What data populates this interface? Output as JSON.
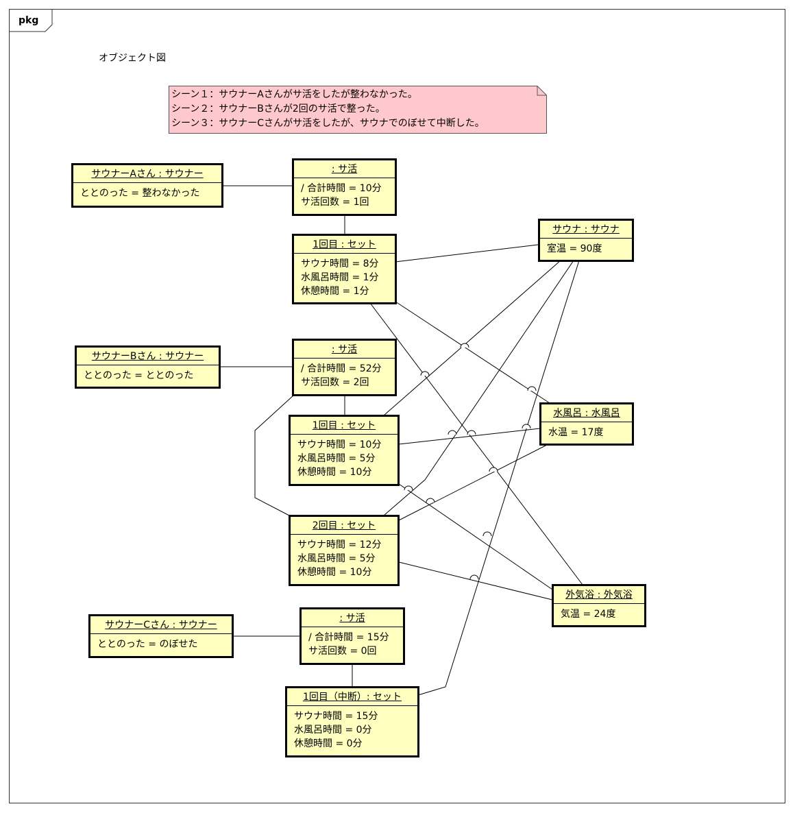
{
  "package": {
    "label": "pkg"
  },
  "diagram_title": "オブジェクト図",
  "note": {
    "lines": [
      "シーン１：サウナーAさんがサ活をしたが整わなかった。",
      "シーン２：サウナーBさんが2回のサ活で整った。",
      "シーン３：サウナーCさんがサ活をしたが、サウナでのぼせて中断した。"
    ]
  },
  "objects": {
    "saunaA": {
      "title": "サウナーAさん : サウナー",
      "attrs": [
        "ととのった = 整わなかった"
      ]
    },
    "katsuA": {
      "title": ": サ活",
      "attrs": [
        "/ 合計時間 = 10分",
        "サ活回数 = 1回"
      ]
    },
    "setA1": {
      "title": "1回目 : セット",
      "attrs": [
        "サウナ時間 = 8分",
        "水風呂時間 = 1分",
        "休憩時間 = 1分"
      ]
    },
    "saunaB": {
      "title": "サウナーBさん : サウナー",
      "attrs": [
        "ととのった = ととのった"
      ]
    },
    "katsuB": {
      "title": ": サ活",
      "attrs": [
        "/ 合計時間 = 52分",
        "サ活回数 = 2回"
      ]
    },
    "setB1": {
      "title": "1回目 : セット",
      "attrs": [
        "サウナ時間 = 10分",
        "水風呂時間 = 5分",
        "休憩時間 = 10分"
      ]
    },
    "setB2": {
      "title": "2回目 : セット",
      "attrs": [
        "サウナ時間 = 12分",
        "水風呂時間 = 5分",
        "休憩時間 = 10分"
      ]
    },
    "saunaC": {
      "title": "サウナーCさん : サウナー",
      "attrs": [
        "ととのった = のぼせた"
      ]
    },
    "katsuC": {
      "title": ": サ活",
      "attrs": [
        "/ 合計時間 = 15分",
        "サ活回数 = 0回"
      ]
    },
    "setC1": {
      "title": "1回目（中断）: セット",
      "attrs": [
        "サウナ時間 = 15分",
        "水風呂時間 = 0分",
        "休憩時間 = 0分"
      ]
    },
    "sauna": {
      "title": "サウナ : サウナ",
      "attrs": [
        "室温 = 90度"
      ]
    },
    "mizuburo": {
      "title": "水風呂 : 水風呂",
      "attrs": [
        "水温 = 17度"
      ]
    },
    "gaikiyoku": {
      "title": "外気浴 : 外気浴",
      "attrs": [
        "気温 = 24度"
      ]
    }
  }
}
